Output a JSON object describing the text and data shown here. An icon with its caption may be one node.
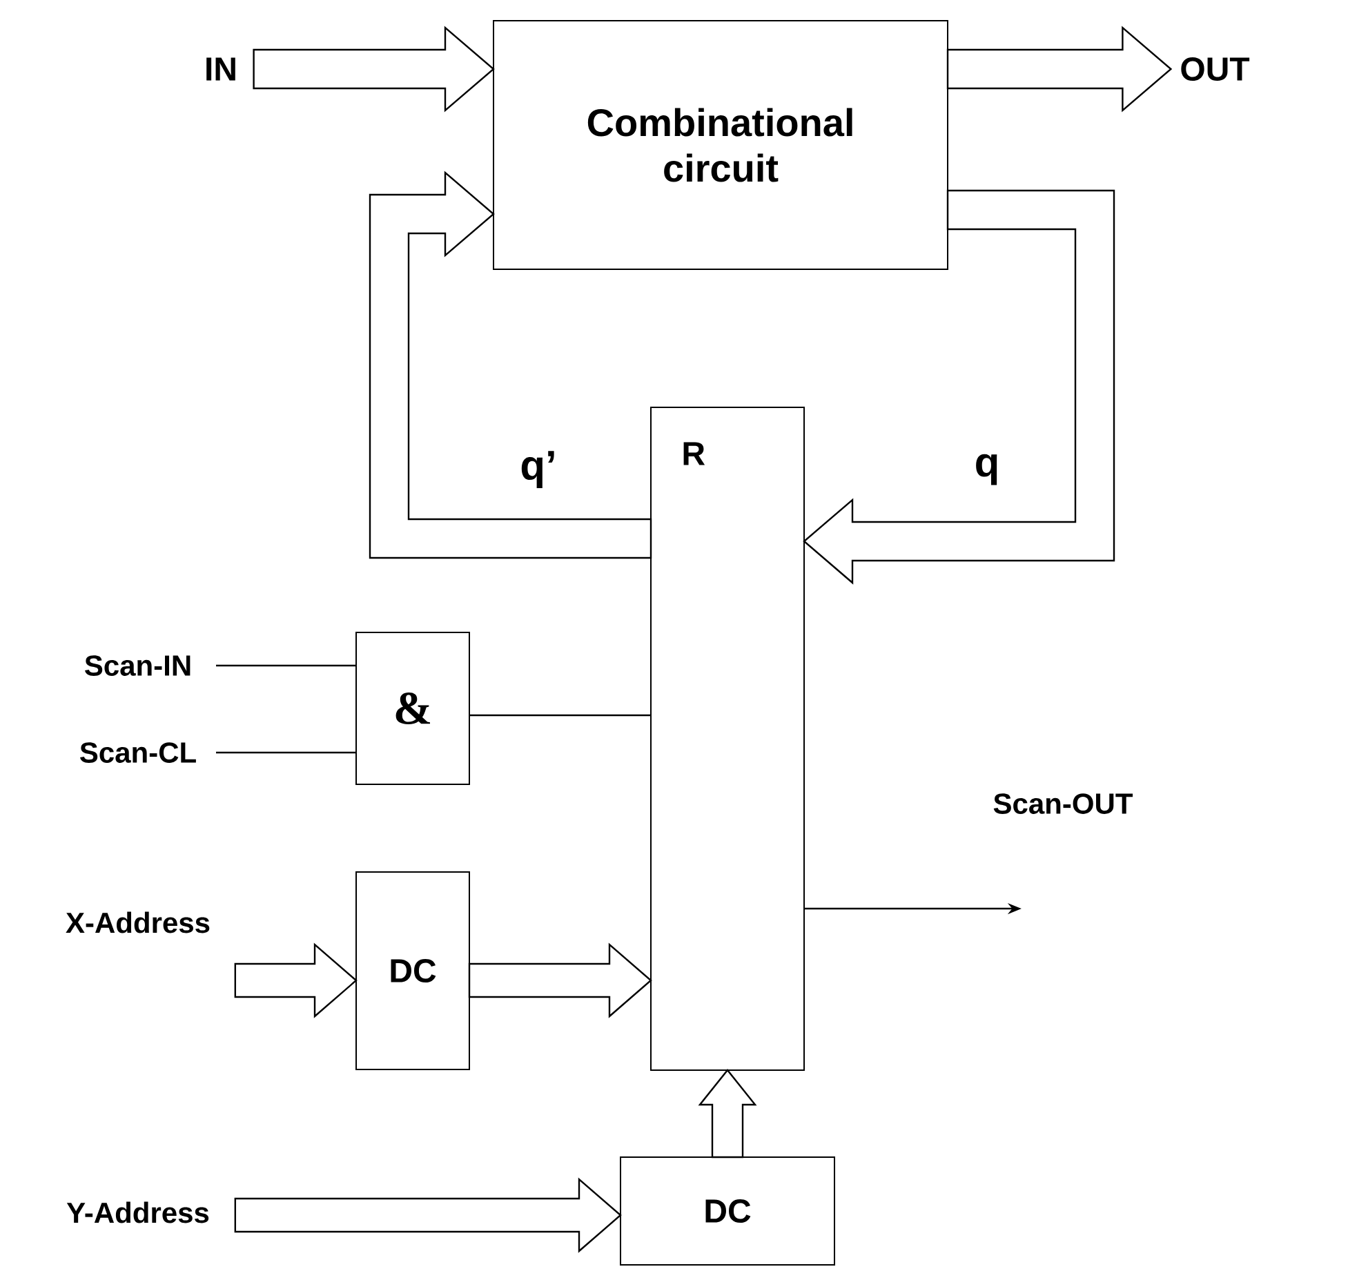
{
  "diagram": {
    "nodes": [
      {
        "text": [
          "IN"
        ]
      },
      {
        "text": [
          "Combinational circuit"
        ]
      },
      {
        "text": [
          "OUT"
        ]
      },
      {
        "text": [
          "R"
        ]
      },
      {
        "text": [
          "Scan-IN"
        ]
      },
      {
        "text": [
          "Scan-CL"
        ]
      },
      {
        "text": [
          "&"
        ]
      },
      {
        "text": [
          "X-Address"
        ]
      },
      {
        "text": [
          "DC"
        ]
      },
      {
        "text": [
          "Y-Address"
        ]
      },
      {
        "text": [
          "DC"
        ]
      }
    ],
    "edges": [
      {
        "from": 0,
        "to": 1,
        "arrow": "to",
        "style": "thick"
      },
      {
        "from": 1,
        "to": 2,
        "arrow": "to",
        "style": "thick"
      },
      {
        "from": 1,
        "to": 3,
        "arrow": "to",
        "style": "thick",
        "label": "q"
      },
      {
        "from": 3,
        "to": 1,
        "arrow": "to",
        "style": "thick",
        "label": "q’"
      },
      {
        "from": 4,
        "to": 6,
        "arrow": "none"
      },
      {
        "from": 5,
        "to": 6,
        "arrow": "none"
      },
      {
        "from": 6,
        "to": 3,
        "arrow": "none"
      },
      {
        "from": 3,
        "to": null,
        "arrow": "to"
      },
      {
        "from": 7,
        "to": 8,
        "arrow": "to",
        "style": "thick"
      },
      {
        "from": 8,
        "to": 3,
        "arrow": "to",
        "style": "thick"
      },
      {
        "from": 9,
        "to": 10,
        "arrow": "to",
        "style": "thick"
      },
      {
        "from": 10,
        "to": 3,
        "arrow": "to",
        "style": "thick"
      }
    ],
    "labels": [
      "Scan-OUT"
    ]
  }
}
